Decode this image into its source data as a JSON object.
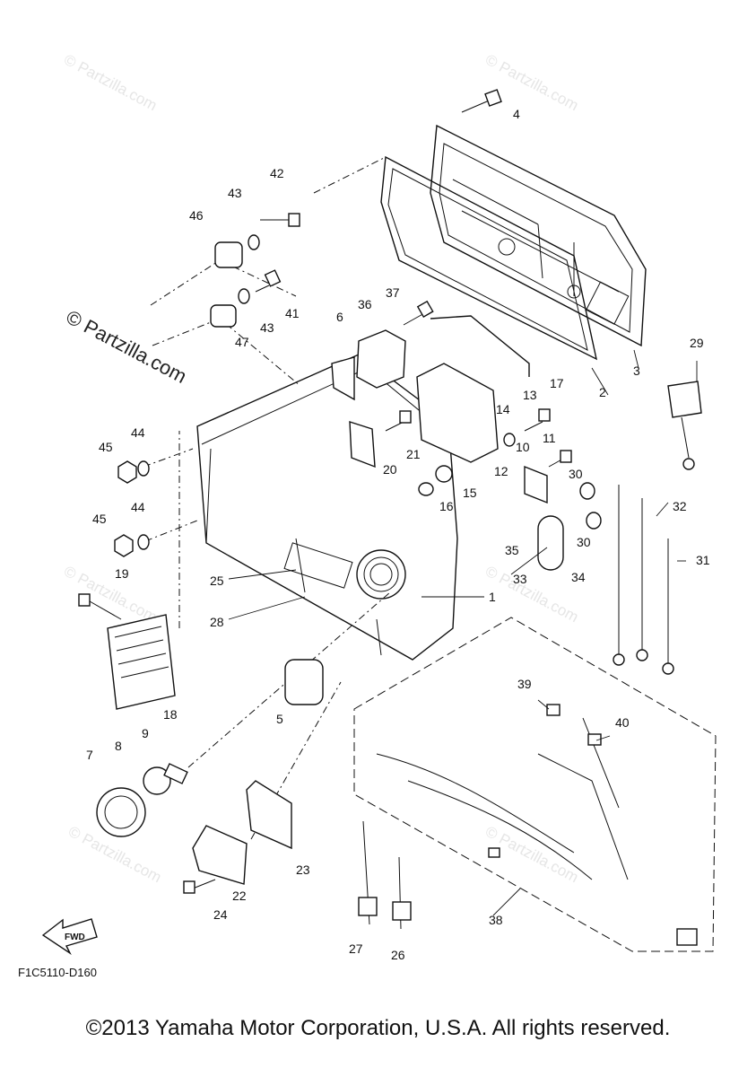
{
  "diagram": {
    "code": "F1C5110-D160",
    "fwd_label": "FWD",
    "copyright": "©2013 Yamaha Motor Corporation, U.S.A. All rights reserved.",
    "watermarks": {
      "primary": "© Partzilla.com",
      "faint": "© Partzilla.com"
    },
    "callouts": [
      "1",
      "2",
      "3",
      "4",
      "5",
      "6",
      "7",
      "8",
      "9",
      "10",
      "11",
      "12",
      "13",
      "14",
      "15",
      "16",
      "17",
      "18",
      "19",
      "20",
      "21",
      "22",
      "23",
      "24",
      "25",
      "26",
      "27",
      "28",
      "29",
      "30",
      "30",
      "31",
      "32",
      "33",
      "34",
      "35",
      "36",
      "37",
      "38",
      "39",
      "40",
      "41",
      "42",
      "43",
      "43",
      "44",
      "44",
      "45",
      "45",
      "46",
      "47"
    ]
  }
}
